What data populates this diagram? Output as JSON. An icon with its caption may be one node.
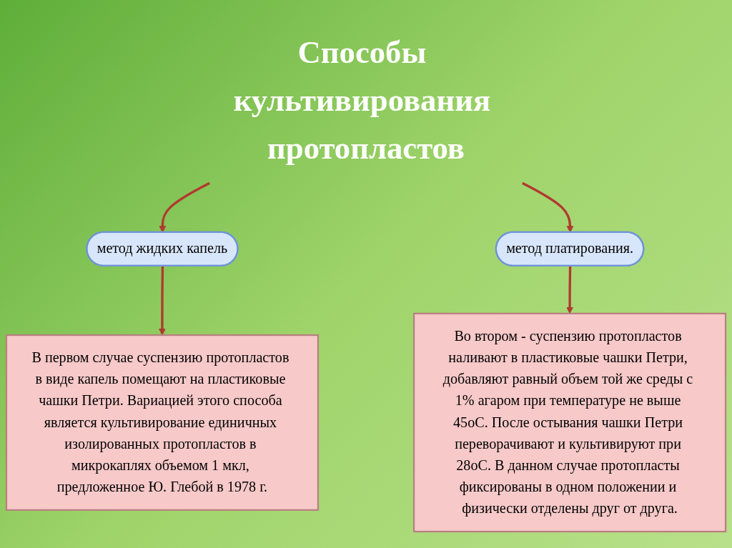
{
  "diagram": {
    "nodes": [
      {
        "text": [
          "Способы культивирования протопластов"
        ]
      },
      {
        "text": [
          "метод жидких капель"
        ]
      },
      {
        "text": [
          "метод платирования."
        ]
      },
      {
        "text": [
          "В первом случае суспензию протопластов в виде капель помещают на пластиковые чашки Петри. Вариацией этого способа является культивирование единичных изолированных протопластов в микрокаплях объемом 1 мкл, предложенное Ю. Глебой в 1978 г."
        ]
      },
      {
        "text": [
          "Во втором - суспензию протопластов наливают в пластиковые чашки Петри, добавляют равный объем той же среды с 1% агаром при температуре не выше 45оС. После остывания чашки Петри переворачивают и культивируют при 28оС. В данном случае протопласты фиксированы в одном положении и физически отделены друг от друга."
        ]
      }
    ],
    "edges": [
      {
        "from": 0,
        "to": 1,
        "arrow": "to"
      },
      {
        "from": 0,
        "to": 2,
        "arrow": "to"
      },
      {
        "from": 1,
        "to": 3,
        "arrow": "to"
      },
      {
        "from": 2,
        "to": 4,
        "arrow": "to"
      }
    ]
  }
}
